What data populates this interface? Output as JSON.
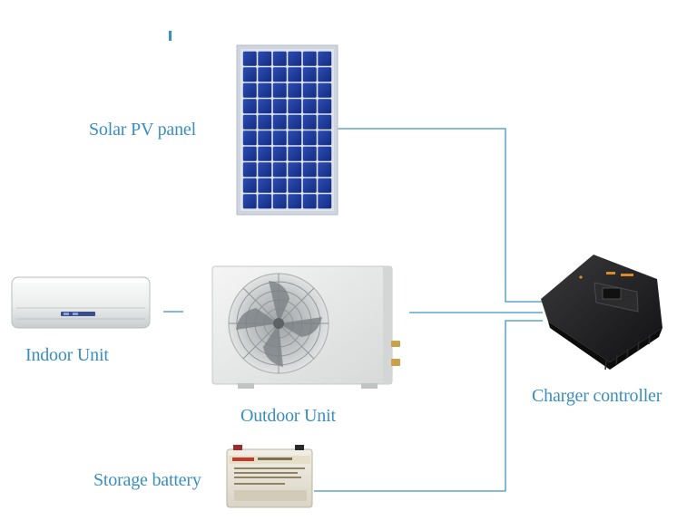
{
  "colors": {
    "label": "#3a8fc0",
    "wire": "#3f95c4",
    "panel_cell": "#1e3a9a",
    "panel_frame": "#c9d0dc",
    "unit_body": "#e9ebea",
    "controller_body": "#1c1c1e"
  },
  "labels": {
    "solar_panel": "Solar PV panel",
    "indoor_unit": "Indoor Unit",
    "outdoor_unit": "Outdoor Unit",
    "charger_controller": "Charger controller",
    "storage_battery": "Storage battery"
  },
  "icons": {
    "solar_panel": "solar-panel-icon",
    "indoor_unit": "indoor-ac-unit-icon",
    "outdoor_unit": "outdoor-ac-unit-icon",
    "charger_controller": "charge-controller-icon",
    "storage_battery": "battery-icon"
  }
}
